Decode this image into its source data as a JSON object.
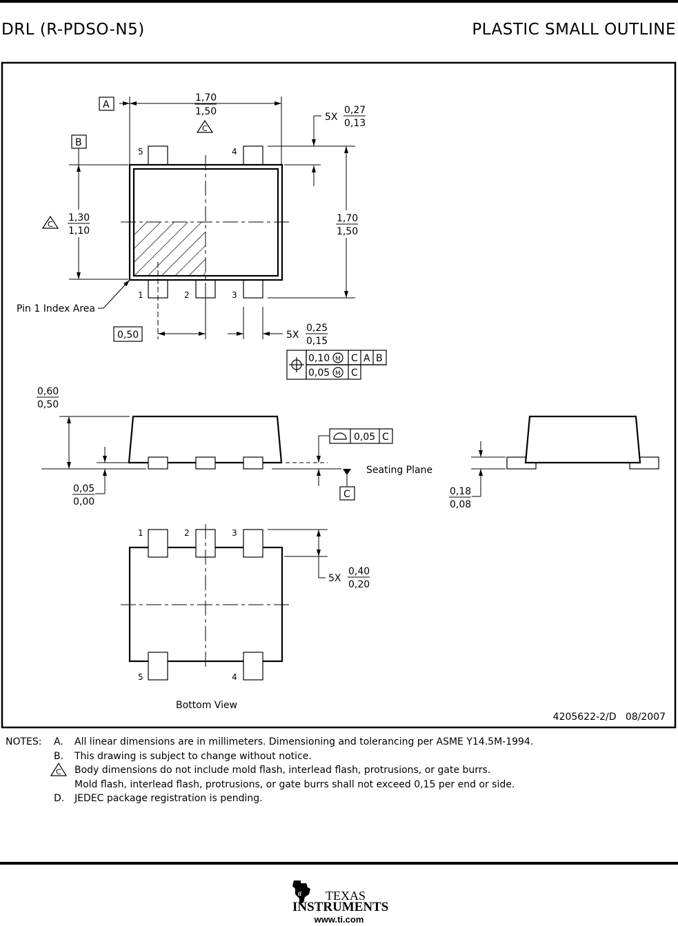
{
  "header": {
    "left_title": "DRL (R-PDSO-N5)",
    "right_title": "PLASTIC SMALL OUTLINE"
  },
  "drawing": {
    "datum_a": "A",
    "datum_b": "B",
    "datum_c": "C",
    "top_width": {
      "max": "1,70",
      "min": "1,50",
      "note": "C"
    },
    "body_height": {
      "max": "1,30",
      "min": "1,10",
      "note": "C"
    },
    "overall_height": {
      "max": "1,70",
      "min": "1,50"
    },
    "lead_width_top": {
      "qty": "5X",
      "max": "0,27",
      "min": "0,13"
    },
    "lead_width_bottom": {
      "qty": "5X",
      "max": "0,25",
      "min": "0,15"
    },
    "pitch": "0,50",
    "pin_labels_top": [
      "5",
      "4"
    ],
    "pin_labels_bottom": [
      "1",
      "2",
      "3"
    ],
    "pin1_label": "Pin 1 Index Area",
    "fcf": {
      "row1": [
        "0,10",
        "M",
        "C",
        "A",
        "B"
      ],
      "row2": [
        "0,05",
        "M",
        "C"
      ]
    },
    "side_height": {
      "max": "0,60",
      "min": "0,50"
    },
    "standoff": {
      "max": "0,05",
      "min": "0,00"
    },
    "flatness": "0,05",
    "flatness_datum": "C",
    "seating_plane": "Seating Plane",
    "lead_thickness": {
      "max": "0,18",
      "min": "0,08"
    },
    "bottom_pin_labels_top": [
      "1",
      "2",
      "3"
    ],
    "bottom_pin_labels_bottom": [
      "5",
      "4"
    ],
    "lead_length": {
      "qty": "5X",
      "max": "0,40",
      "min": "0,20"
    },
    "bottom_view_label": "Bottom View",
    "drawing_number": "4205622-2/D   08/2007"
  },
  "notes": {
    "heading": "NOTES:",
    "items": [
      {
        "letter": "A.",
        "text": "All linear dimensions are in millimeters.  Dimensioning and tolerancing per ASME Y14.5M-1994."
      },
      {
        "letter": "B.",
        "text": "This drawing is subject to change without notice."
      },
      {
        "letter": "C",
        "text": "Body dimensions do not include mold flash, interlead flash, protrusions, or gate burrs."
      },
      {
        "letter": "",
        "text": "Mold flash, interlead flash, protrusions, or gate burrs shall not exceed 0,15 per end or side."
      },
      {
        "letter": "D.",
        "text": "JEDEC package registration is pending."
      }
    ]
  },
  "footer": {
    "logo_line1": "Texas",
    "logo_line2": "Instruments",
    "url": "www.ti.com"
  }
}
